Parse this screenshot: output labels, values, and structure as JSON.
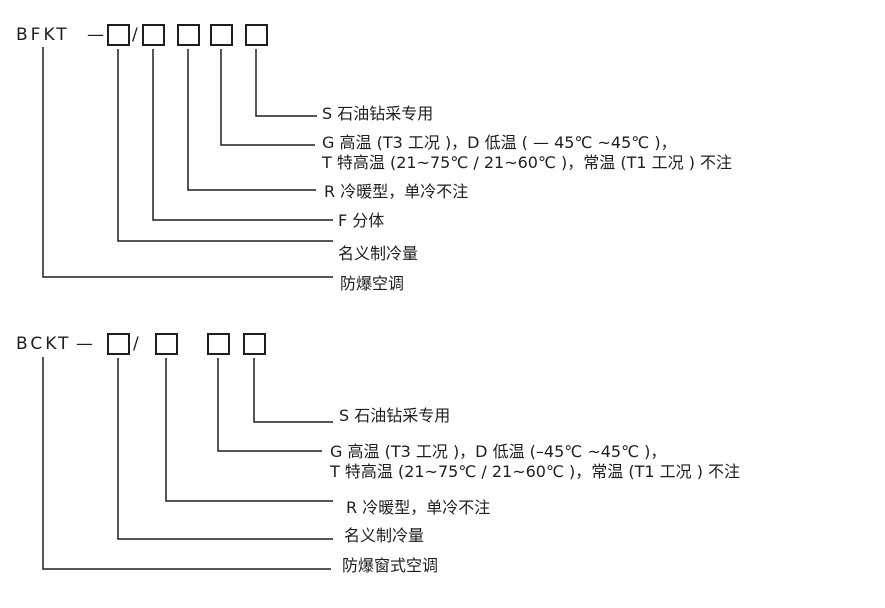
{
  "colors": {
    "ink": "#1e1e1e",
    "background": "#ffffff"
  },
  "diagram_bfkt": {
    "model_code": "BFKT",
    "dash": "—",
    "slash": "/",
    "box_count": 5,
    "labels": {
      "s": "S 石油钻采专用",
      "g_line1": "G 高温 (T3 工况 )，D 低温 ( — 45℃ ~45℃ )，",
      "g_line2": "T 特高温 (21~75℃ / 21~60℃ )，常温 (T1 工况 ) 不注",
      "r": "R 冷暖型，单冷不注",
      "f": "F 分体",
      "capacity": "名义制冷量",
      "product": "防爆空调"
    }
  },
  "diagram_bckt": {
    "model_code": "BCKT",
    "dash": "—",
    "slash": "/",
    "box_count": 4,
    "labels": {
      "s": "S 石油钻采专用",
      "g_line1": "G 高温 (T3 工况 )，D 低温 (–45℃ ~45℃ )，",
      "g_line2": "T 特高温 (21~75℃ / 21~60℃ )，常温 (T1 工况 ) 不注",
      "r": "R 冷暖型，单冷不注",
      "capacity": "名义制冷量",
      "product": "防爆窗式空调"
    }
  }
}
